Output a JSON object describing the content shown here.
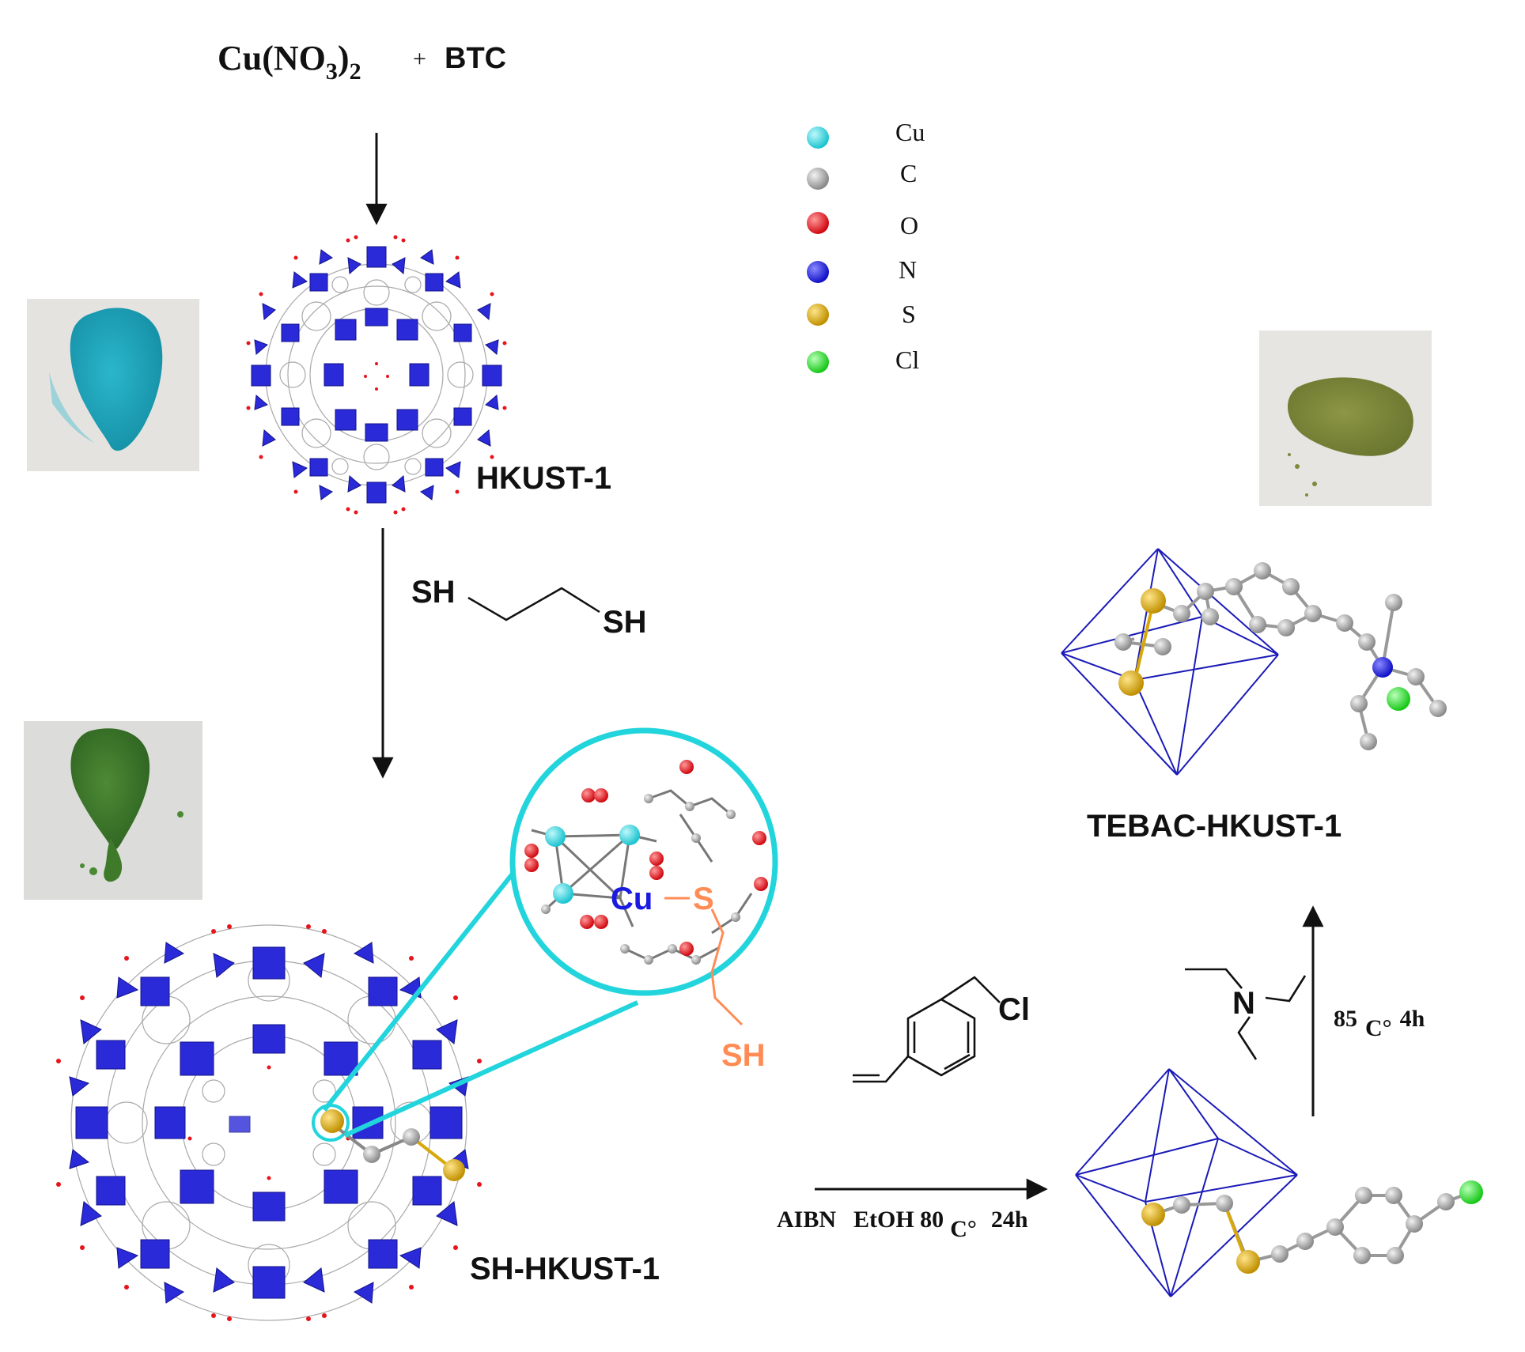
{
  "reactants": {
    "cu_salt_main": "Cu(NO",
    "cu_salt_sub3": "3",
    "cu_salt_close": ")",
    "cu_salt_sub2": "2",
    "plus": "+",
    "btc": "BTC"
  },
  "legend": [
    {
      "label": "Cu",
      "color": "#2fd6e0"
    },
    {
      "label": "C",
      "color": "#a8a8a8"
    },
    {
      "label": "O",
      "color": "#e8141c"
    },
    {
      "label": "N",
      "color": "#1c1ce0"
    },
    {
      "label": "S",
      "color": "#d8a808"
    },
    {
      "label": "Cl",
      "color": "#2ee02e"
    }
  ],
  "colors": {
    "framework": "#2a2ad8",
    "zoom_ring": "#22d4dc",
    "thiol_accent": "#ff8c55",
    "cage_edge": "#1a1ab8",
    "powder_blue": "#1aa3b8",
    "powder_dark_green": "#3e7a2a",
    "powder_olive": "#7f8a3a"
  },
  "labels": {
    "hkust1": "HKUST-1",
    "sh_hkust1": "SH-HKUST-1",
    "tebac_hkust1": "TEBAC-HKUST-1"
  },
  "dithiol": {
    "sh_left": "SH",
    "sh_right": "SH"
  },
  "zoom": {
    "cu": "Cu",
    "s": "S",
    "sh": "SH"
  },
  "vbc": {
    "cl": "Cl"
  },
  "conditions_step2": {
    "aibn": "AIBN",
    "etoh": "EtOH 80",
    "c_deg": "C°",
    "time": "24h"
  },
  "amine": {
    "n": "N"
  },
  "conditions_step3": {
    "temp": "85",
    "c_deg": "C°",
    "time": "4h"
  }
}
